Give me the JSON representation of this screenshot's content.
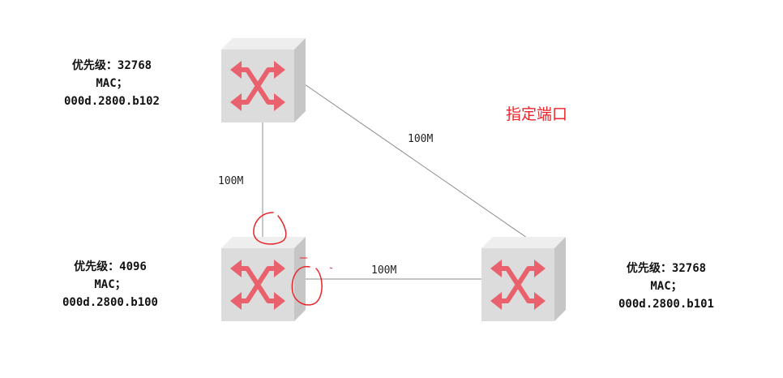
{
  "switches": {
    "top": {
      "priority": "优先级：32768",
      "mac_label": "MAC；",
      "mac": "000d.2800.b102"
    },
    "bottom_left": {
      "priority": "优先级：4096",
      "mac_label": "MAC；",
      "mac": "000d.2800.b100"
    },
    "bottom_right": {
      "priority": "优先级：32768",
      "mac_label": "MAC；",
      "mac": "000d.2800.b101"
    }
  },
  "links": {
    "top_bottom_left": "100M",
    "top_bottom_right": "100M",
    "bottom_left_bottom_right": "100M"
  },
  "annotation": {
    "text": "指定端口",
    "color": "#e8262c"
  },
  "colors": {
    "switch_face": "#dcdcdc",
    "switch_side": "#c6c6c6",
    "switch_top": "#eeeeee",
    "arrow": "#e9616c",
    "link": "#8c8c8c",
    "mark": "#e8262c"
  }
}
